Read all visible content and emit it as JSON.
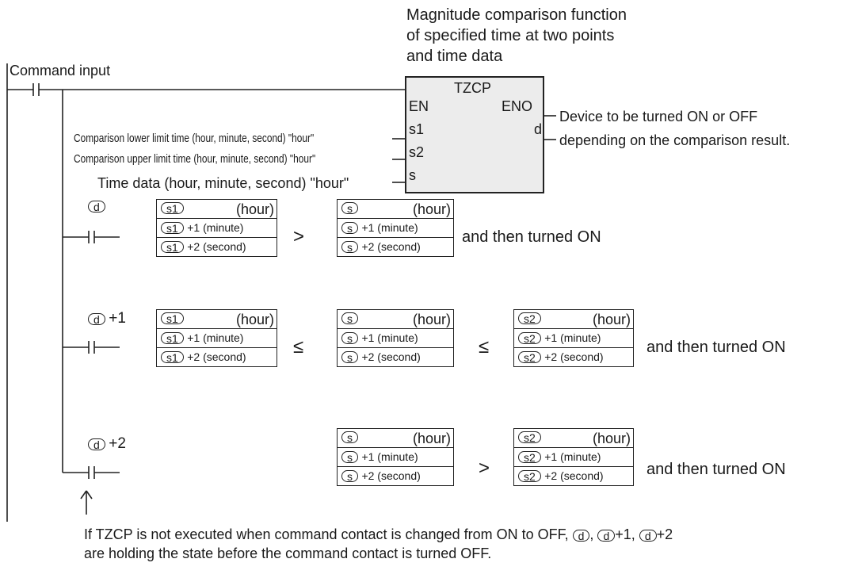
{
  "title_lines": [
    "Magnitude comparison function",
    "of specified time at two points",
    "and time data"
  ],
  "command_input": "Command input",
  "block": {
    "name": "TZCP",
    "pins": {
      "en": "EN",
      "eno": "ENO",
      "s1": "s1",
      "s2": "s2",
      "s": "s",
      "d": "d"
    },
    "inputs": {
      "s1": "Comparison lower limit time (hour, minute, second) \"hour\"",
      "s2": "Comparison upper limit time (hour, minute, second) \"hour\"",
      "s": "Time data (hour, minute, second) \"hour\""
    },
    "output_lines": [
      "Device to be turned ON or OFF",
      "depending on the comparison result."
    ]
  },
  "devices": {
    "d": "d",
    "s1": "s1",
    "s": "s",
    "s2": "s2"
  },
  "offsets": {
    "plus1": "+1",
    "plus2": "+2",
    "plus1_word": "+1 (minute)",
    "plus2_word": "+2 (second)",
    "hour": "(hour)"
  },
  "relations": {
    "gt": ">",
    "le": "≤"
  },
  "result_text": "and then turned ON",
  "note": {
    "prefix": "If TZCP is not executed when command contact is changed from ON to OFF,",
    "sep": ",",
    "line2": "are holding the state before the command contact is turned OFF.",
    "arrow": "↑"
  }
}
